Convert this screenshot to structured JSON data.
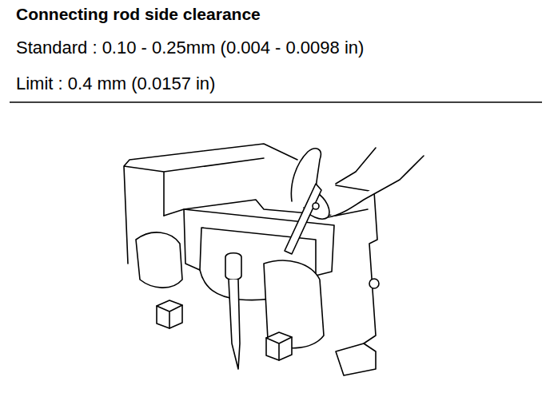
{
  "diagram": {
    "title": "Connecting rod side clearance",
    "labels": [
      "Standard : 0.10 - 0.25mm (0.004 - 0.0098 in)",
      "Limit : 0.4 mm (0.0157 in)"
    ]
  }
}
